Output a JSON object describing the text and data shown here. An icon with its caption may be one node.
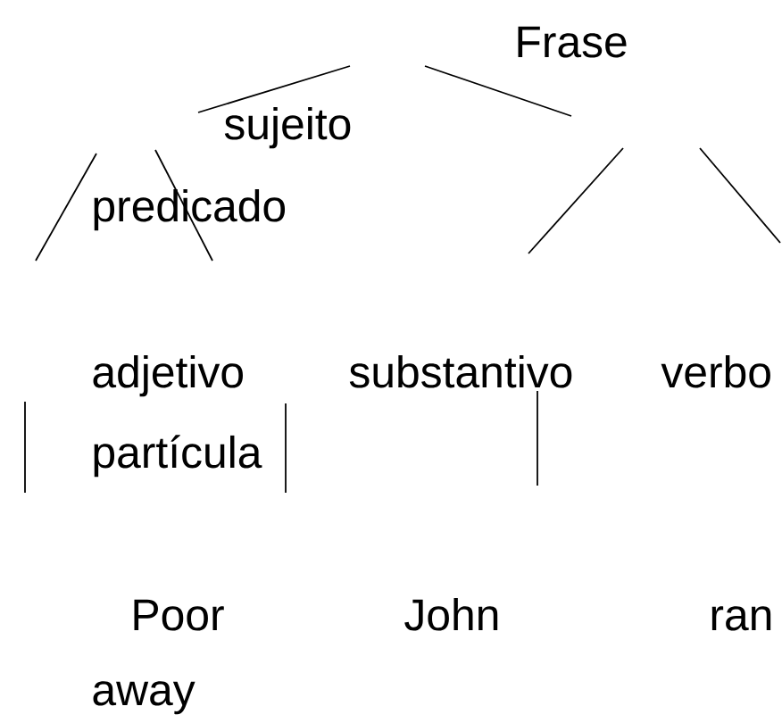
{
  "diagram": {
    "labels": [
      "Frase",
      "sujeito",
      "predicado",
      "adjetivo",
      "substantivo",
      "verbo",
      "partícula",
      "Poor",
      "John",
      "ran",
      "away"
    ]
  }
}
